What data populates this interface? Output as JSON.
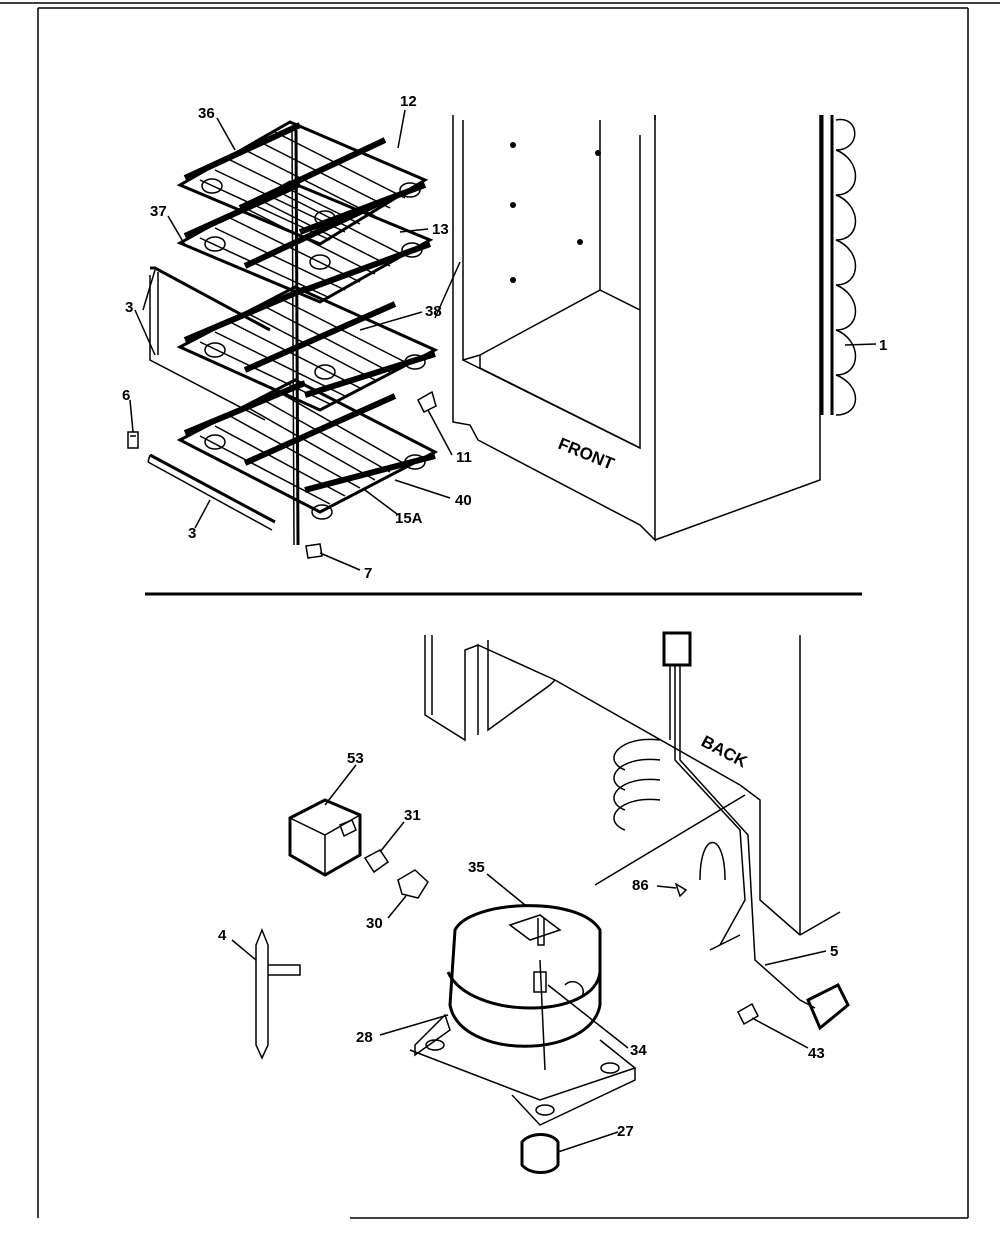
{
  "top_panel": {
    "callouts": {
      "c36": "36",
      "c12": "12",
      "c37": "37",
      "c13": "13",
      "c3a": "3",
      "c38": "38",
      "c1": "1",
      "c6": "6",
      "c11": "11",
      "c40": "40",
      "c15a": "15A",
      "c3b": "3",
      "c7": "7"
    },
    "cabinet_text": "FRONT"
  },
  "bottom_panel": {
    "callouts": {
      "c53": "53",
      "c31": "31",
      "c35": "35",
      "c86": "86",
      "c30": "30",
      "c4": "4",
      "c5": "5",
      "c28": "28",
      "c34": "34",
      "c43": "43",
      "c27": "27"
    },
    "cabinet_text": "BACK"
  },
  "colors": {
    "ink": "#000000",
    "paper": "#ffffff"
  }
}
